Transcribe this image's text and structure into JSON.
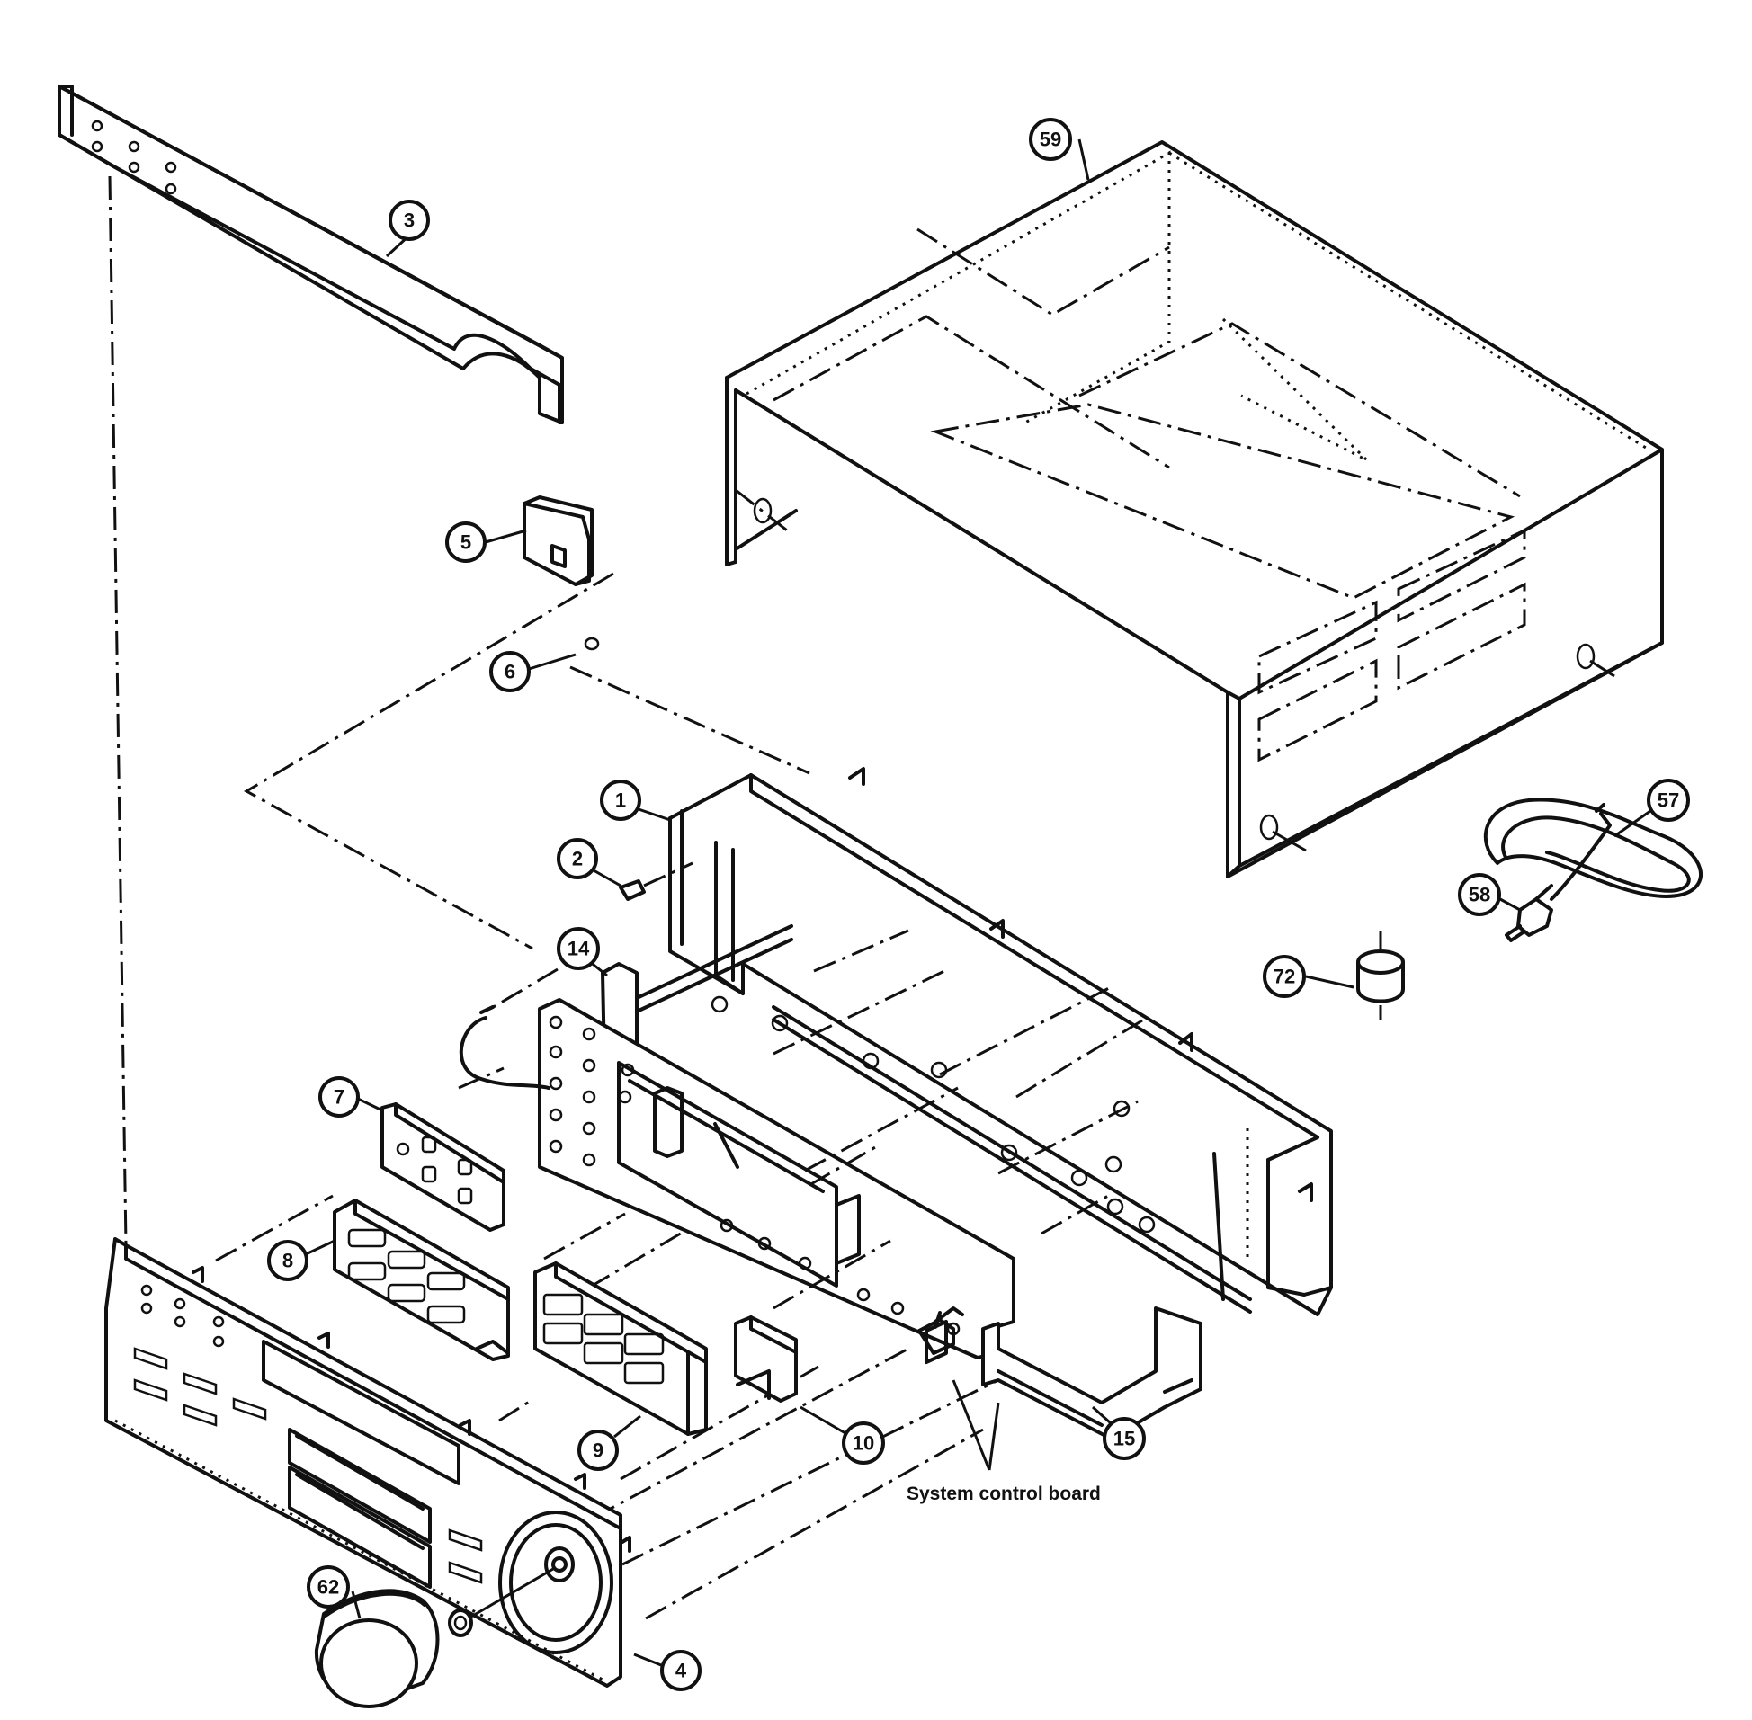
{
  "callouts": [
    {
      "id": "1",
      "label": "1"
    },
    {
      "id": "2",
      "label": "2"
    },
    {
      "id": "3",
      "label": "3"
    },
    {
      "id": "4",
      "label": "4"
    },
    {
      "id": "5",
      "label": "5"
    },
    {
      "id": "6",
      "label": "6"
    },
    {
      "id": "7",
      "label": "7"
    },
    {
      "id": "8",
      "label": "8"
    },
    {
      "id": "9",
      "label": "9"
    },
    {
      "id": "10",
      "label": "10"
    },
    {
      "id": "14",
      "label": "14"
    },
    {
      "id": "15",
      "label": "15"
    },
    {
      "id": "57",
      "label": "57"
    },
    {
      "id": "58",
      "label": "58"
    },
    {
      "id": "59",
      "label": "59"
    },
    {
      "id": "62",
      "label": "62"
    },
    {
      "id": "72",
      "label": "72"
    }
  ],
  "labels": {
    "system_control_board": "System control board"
  }
}
